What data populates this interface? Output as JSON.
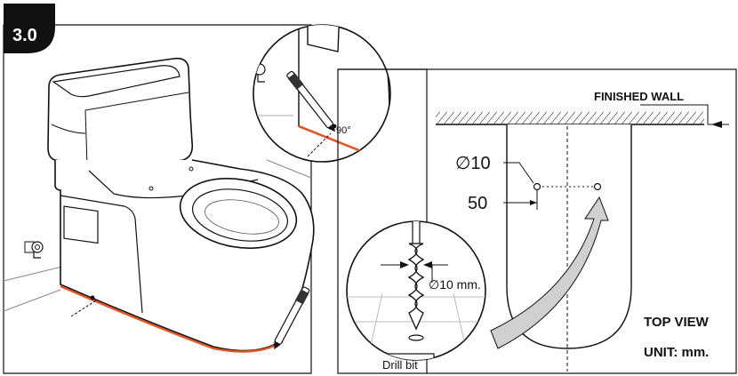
{
  "step": {
    "label": "3.0"
  },
  "detail_callout": {
    "angle_label": "90°"
  },
  "top_view": {
    "wall_label": "FINISHED WALL",
    "hole_diameter_label": "∅10",
    "offset_label": "50",
    "title": "TOP VIEW",
    "unit": "UNIT: mm."
  },
  "drill_callout": {
    "bit_diameter_label": "∅10 mm.",
    "drill_label": "Drill bit"
  },
  "colors": {
    "line": "#111111",
    "floor_seal": "#e2572a",
    "arrow_fill": "#d0d0d0",
    "badge": "#111111"
  },
  "icons": [
    "angle-valve-icon",
    "marker-pen-icon",
    "drill-bit-icon",
    "curved-arrow-icon"
  ]
}
